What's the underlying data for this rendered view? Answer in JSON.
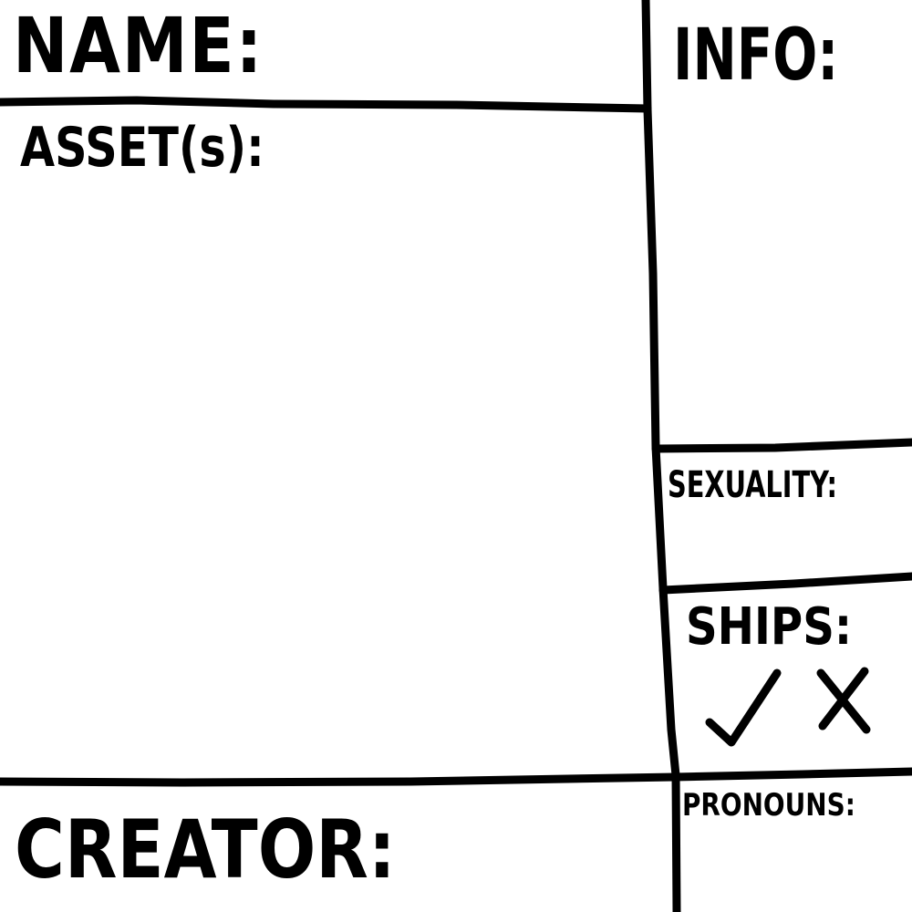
{
  "sheet": {
    "name_label": "NAME:",
    "info_label": "INFO:",
    "assets_label": "ASSET(s):",
    "sexuality_label": "SEXUALITY:",
    "ships_label": "SHIPS:",
    "pronouns_label": "PRONOUNS:",
    "creator_label": "CREATOR:",
    "ships_yes_icon": "check-icon",
    "ships_no_icon": "x-icon",
    "ink_color": "#000000",
    "paper_color": "#ffffff"
  }
}
